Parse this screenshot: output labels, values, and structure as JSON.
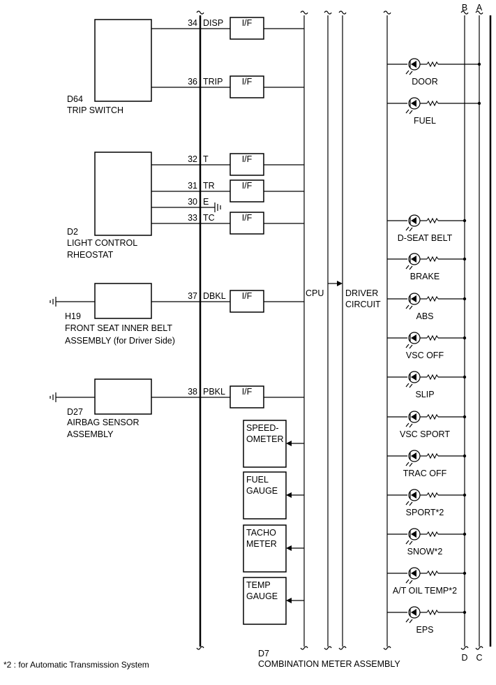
{
  "components": {
    "trip_switch": {
      "code": "D64",
      "name": "TRIP SWITCH"
    },
    "light_rheostat": {
      "code": "D2",
      "name_line1": "LIGHT CONTROL",
      "name_line2": "RHEOSTAT"
    },
    "belt_assembly": {
      "code": "H19",
      "name_line1": "FRONT SEAT INNER BELT",
      "name_line2": "ASSEMBLY (for Driver Side)"
    },
    "airbag_sensor": {
      "code": "D27",
      "name_line1": "AIRBAG SENSOR",
      "name_line2": "ASSEMBLY"
    },
    "combination_meter": {
      "code": "D7",
      "name": "COMBINATION METER ASSEMBLY"
    }
  },
  "pins": [
    {
      "number": "34",
      "signal": "DISP"
    },
    {
      "number": "36",
      "signal": "TRIP"
    },
    {
      "number": "32",
      "signal": "T"
    },
    {
      "number": "31",
      "signal": "TR"
    },
    {
      "number": "30",
      "signal": "E"
    },
    {
      "number": "33",
      "signal": "TC"
    },
    {
      "number": "37",
      "signal": "DBKL"
    },
    {
      "number": "38",
      "signal": "PBKL"
    }
  ],
  "interface_label": "I/F",
  "cpu_label": "CPU",
  "driver_circuit": {
    "line1": "DRIVER",
    "line2": "CIRCUIT"
  },
  "gauges": [
    {
      "line1": "SPEED-",
      "line2": "OMETER"
    },
    {
      "line1": "FUEL",
      "line2": "GAUGE"
    },
    {
      "line1": "TACHO",
      "line2": "METER"
    },
    {
      "line1": "TEMP",
      "line2": "GAUGE"
    }
  ],
  "indicators": [
    "DOOR",
    "FUEL",
    "D-SEAT BELT",
    "BRAKE",
    "ABS",
    "VSC OFF",
    "SLIP",
    "VSC SPORT",
    "TRAC OFF",
    "SPORT*2",
    "SNOW*2",
    "A/T OIL TEMP*2",
    "EPS"
  ],
  "bus_labels": {
    "top_b": "B",
    "top_a": "A",
    "bottom_d": "D",
    "bottom_c": "C"
  },
  "footnote": "*2 : for Automatic Transmission System"
}
